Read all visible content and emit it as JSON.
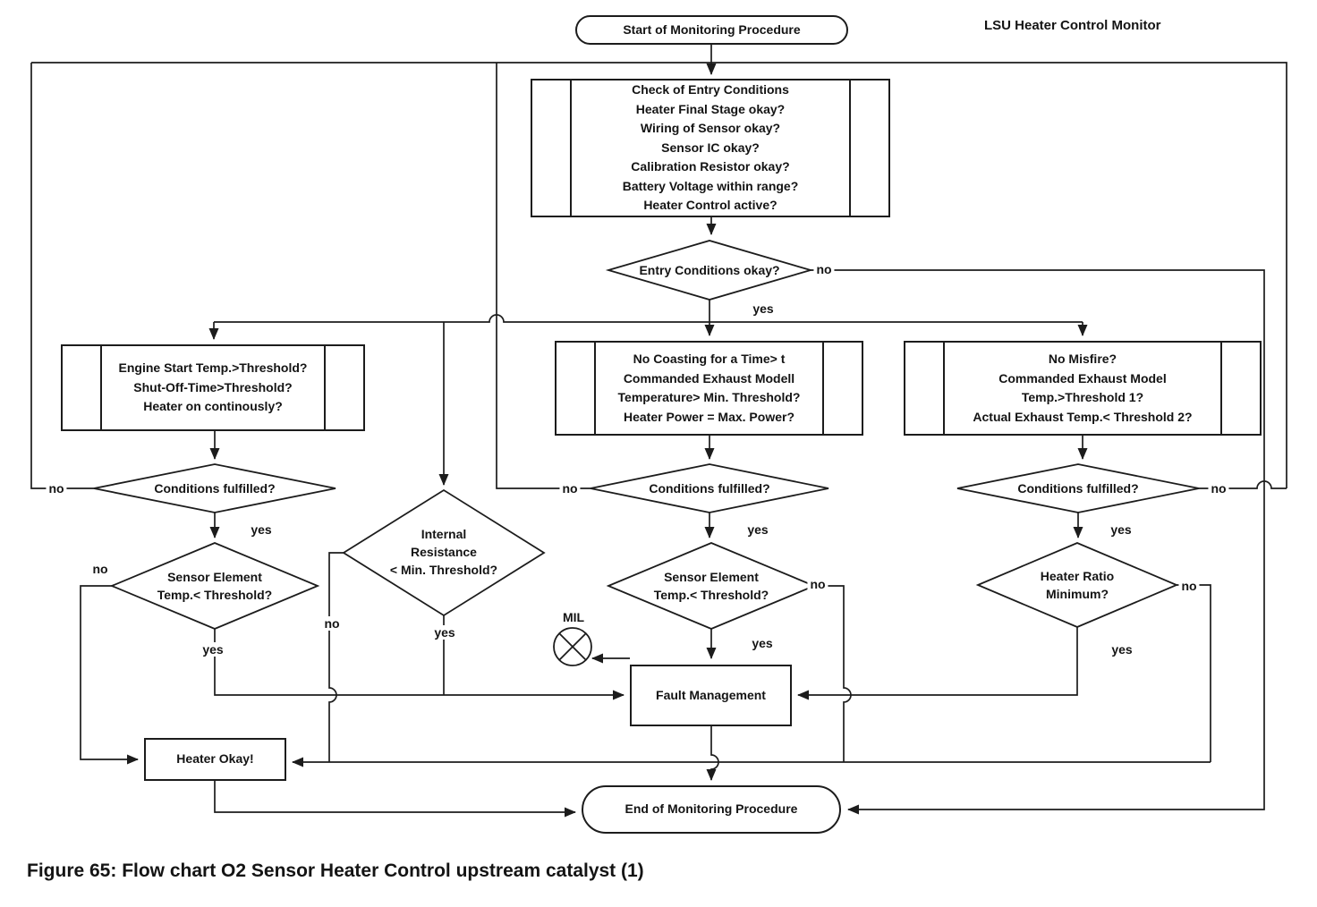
{
  "header": {
    "corner_label": "LSU Heater Control Monitor"
  },
  "caption": "Figure 65: Flow chart O2 Sensor Heater Control upstream catalyst (1)",
  "labels": {
    "yes": "yes",
    "no": "no"
  },
  "nodes": {
    "start": {
      "label": "Start of Monitoring Procedure"
    },
    "check_entry": {
      "lines": [
        "Check of Entry Conditions",
        "Heater Final Stage okay?",
        "Wiring of Sensor okay?",
        "Sensor IC okay?",
        "Calibration Resistor okay?",
        "Battery Voltage within range?",
        "Heater Control active?"
      ]
    },
    "entry_ok": {
      "label": "Entry Conditions okay?"
    },
    "left_checks": {
      "lines": [
        "Engine Start Temp.>Threshold?",
        "Shut-Off-Time>Threshold?",
        "Heater on continously?"
      ]
    },
    "mid_checks": {
      "lines": [
        "No Coasting for a Time> t",
        "Commanded Exhaust Modell",
        "Temperature> Min. Threshold?",
        "Heater Power = Max. Power?"
      ]
    },
    "right_checks": {
      "lines": [
        "No Misfire?",
        "Commanded Exhaust Model",
        "Temp.>Threshold 1?",
        "Actual Exhaust Temp.< Threshold 2?"
      ]
    },
    "left_cond": {
      "label": "Conditions fulfilled?"
    },
    "mid_cond": {
      "label": "Conditions fulfilled?"
    },
    "right_cond": {
      "label": "Conditions fulfilled?"
    },
    "internal_res": {
      "lines": [
        "Internal",
        "Resistance",
        "< Min. Threshold?"
      ]
    },
    "left_sensor": {
      "lines": [
        "Sensor Element",
        "Temp.< Threshold?"
      ]
    },
    "mid_sensor": {
      "lines": [
        "Sensor Element",
        "Temp.< Threshold?"
      ]
    },
    "heater_ratio": {
      "lines": [
        "Heater Ratio",
        "Minimum?"
      ]
    },
    "mil": {
      "label": "MIL"
    },
    "fault": {
      "label": "Fault Management"
    },
    "heater_okay": {
      "label": "Heater Okay!"
    },
    "end": {
      "label": "End of Monitoring Procedure"
    }
  }
}
